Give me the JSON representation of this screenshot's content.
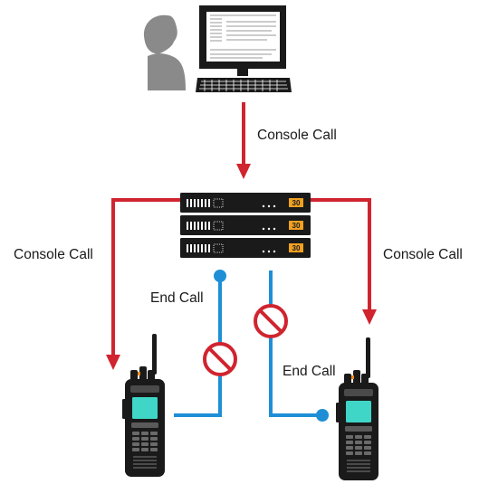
{
  "labels": {
    "console_call_top": "Console Call",
    "console_call_left": "Console Call",
    "console_call_right": "Console Call",
    "end_call_left": "End Call",
    "end_call_right": "End Call"
  },
  "server": {
    "display_text": "30"
  },
  "icons": {
    "operator": "person-icon",
    "console": "computer-console-icon",
    "server": "server-stack-icon",
    "radio_left": "portable-radio-icon",
    "radio_right": "portable-radio-icon",
    "blocked": "prohibited-icon"
  },
  "colors": {
    "console_call_arrow": "#d0242f",
    "end_call_line": "#1e8fd6",
    "prohibited": "#d0242f",
    "device_body": "#1a1a1a",
    "person": "#8a8a8a",
    "radio_screen": "#3fd6c8",
    "radio_button": "#f08a1c",
    "server_display": "#f0a020"
  }
}
